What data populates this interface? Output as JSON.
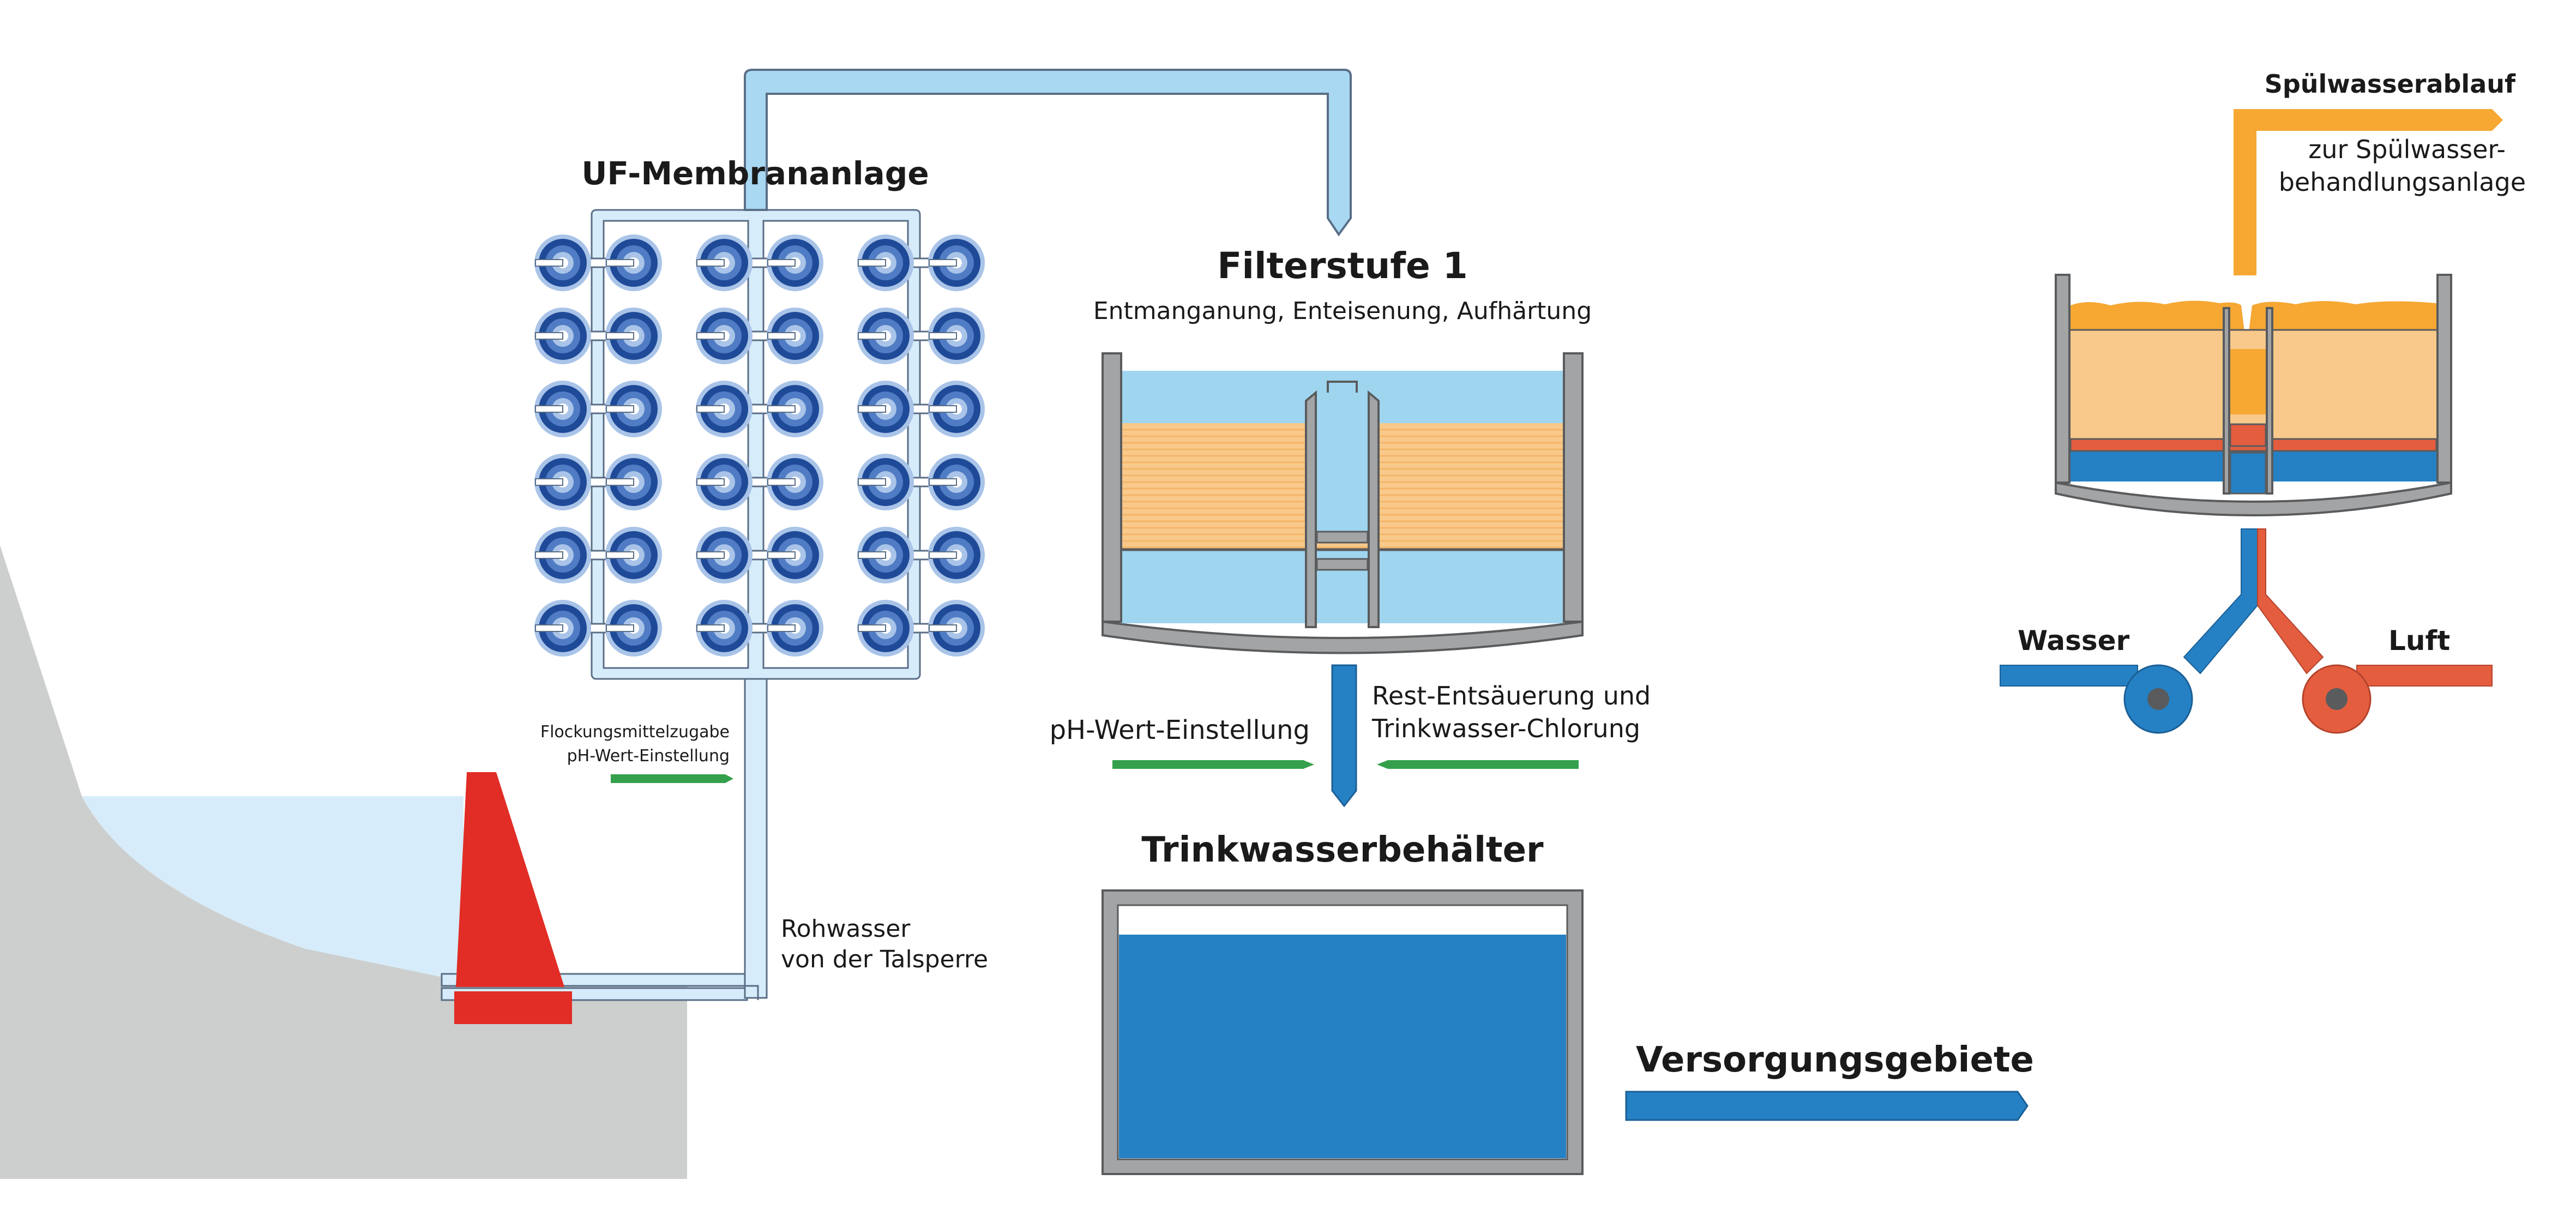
{
  "labels": {
    "uf_membrane": "UF-Membrananlage",
    "filter_title": "Filterstufe 1",
    "filter_subtitle": "Entmanganung, Enteisenung, Aufhärtung",
    "flocking_line1": "Flockungsmittelzugabe",
    "flocking_line2": "pH-Wert-Einstellung",
    "raw_water_line1": "Rohwasser",
    "raw_water_line2": "von der Talsperre",
    "ph_adjust": "pH-Wert-Einstellung",
    "rest_line1": "Rest-Entsäuerung und",
    "rest_line2": "Trinkwasser-Chlorung",
    "tank_title": "Trinkwasserbehälter",
    "supply": "Versorgungsgebiete",
    "backwash_outflow": "Spülwasserablauf",
    "backwash_line1": "zur Spülwasser-",
    "backwash_line2": "behandlungsanlage",
    "water": "Wasser",
    "air": "Luft"
  },
  "membrane_grid": {
    "rows": 6,
    "groups": 3,
    "modules_per_group": 2
  },
  "colors": {
    "raw_pipe": "#a8d8f2",
    "raw_pipe_light": "#d6ecfa",
    "pipe_outline": "#5a6e86",
    "filter_water": "#9fd5ef",
    "filter_media": "#f8c98a",
    "vessel_gray": "#a2a4a6",
    "vessel_dark": "#595b5d",
    "tank_blue": "#2581c4",
    "dosing_green": "#34a04c",
    "dam_red": "#e12d26",
    "ground_gray": "#cdcfce",
    "reservoir_water": "#d6ecfa",
    "backwash_orange": "#f6a833",
    "air_red": "#e45d3e",
    "membrane_dark": "#1e4a98",
    "membrane_mid": "#4f7cc4",
    "membrane_light": "#a9c4e8"
  }
}
